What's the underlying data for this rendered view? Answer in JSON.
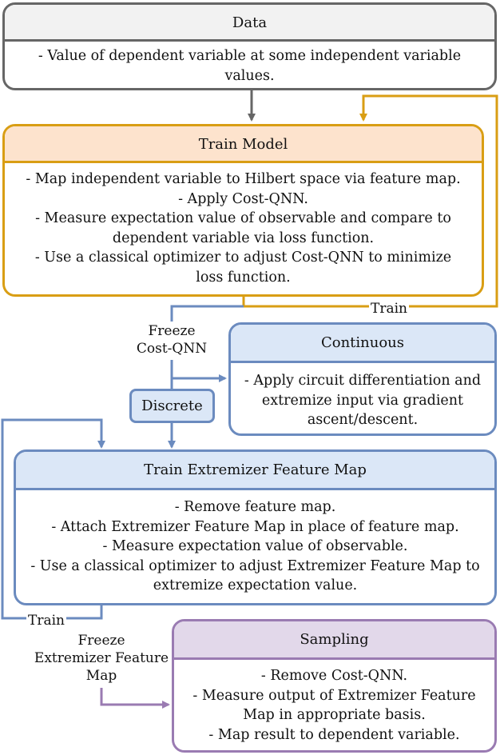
{
  "colors": {
    "gray": "#666666",
    "orange": "#d99e14",
    "orange_fill": "#fde3cd",
    "blue": "#6b8bbf",
    "blue_fill": "#dbe7f7",
    "purple": "#9a7bb2",
    "purple_fill": "#e2d8ea",
    "gray_fill": "#f2f2f2"
  },
  "data_box": {
    "title": "Data",
    "lines": [
      "- Value of dependent variable at some independent variable",
      "values."
    ]
  },
  "train_model": {
    "title": "Train Model",
    "lines": [
      "- Map independent variable to Hilbert space via feature map.",
      "- Apply Cost-QNN.",
      "- Measure expectation value of observable and compare to",
      "dependent variable via loss function.",
      "- Use a classical optimizer to adjust Cost-QNN to minimize",
      "loss function."
    ]
  },
  "continuous": {
    "title": "Continuous",
    "lines": [
      "- Apply circuit differentiation and",
      "extremize input via gradient",
      "ascent/descent."
    ]
  },
  "discrete": {
    "label": "Discrete"
  },
  "extremizer": {
    "title": "Train Extremizer Feature Map",
    "lines": [
      "- Remove feature map.",
      "- Attach Extremizer Feature Map in place of feature map.",
      "- Measure expectation value of observable.",
      "- Use a classical optimizer to adjust Extremizer Feature Map to",
      "extremize expectation value."
    ]
  },
  "sampling": {
    "title": "Sampling",
    "lines": [
      "- Remove Cost-QNN.",
      "- Measure output of Extremizer Feature",
      "Map in appropriate basis.",
      "- Map result to dependent variable."
    ]
  },
  "edge_labels": {
    "train_top": "Train",
    "freeze_cost": [
      "Freeze",
      "Cost-QNN"
    ],
    "train_bottom": "Train",
    "freeze_extremizer": [
      "Freeze",
      "Extremizer Feature",
      "Map"
    ]
  }
}
